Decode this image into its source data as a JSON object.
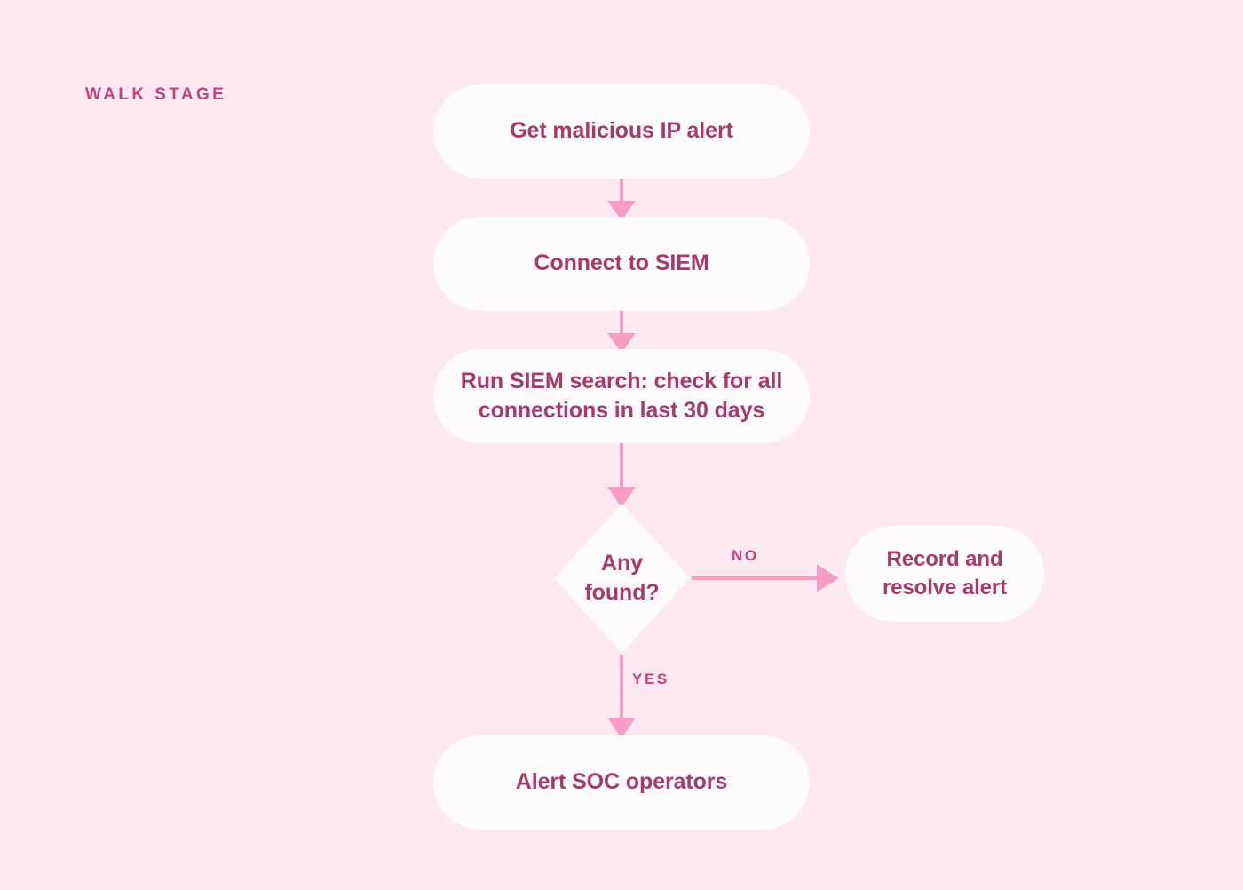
{
  "diagram": {
    "stage_label": "WALK STAGE",
    "background_color": "#fde9ef",
    "node_fill_color": "#fefbfc",
    "text_color": "#a63a6b",
    "accent_color": "#f79cc4",
    "label_color": "#c2417f",
    "type": "flowchart",
    "nodes": [
      {
        "id": "n1",
        "shape": "pill",
        "text": "Get malicious IP alert"
      },
      {
        "id": "n2",
        "shape": "pill",
        "text": "Connect to SIEM"
      },
      {
        "id": "n3",
        "shape": "pill",
        "text_line1": "Run SIEM search: check for all",
        "text_line2": "connections in last 30 days"
      },
      {
        "id": "n4",
        "shape": "diamond",
        "text_line1": "Any",
        "text_line2": "found?"
      },
      {
        "id": "n5",
        "shape": "pill",
        "text_line1": "Record and",
        "text_line2": "resolve alert"
      },
      {
        "id": "n6",
        "shape": "pill",
        "text": "Alert SOC operators"
      }
    ],
    "edges": [
      {
        "from": "n1",
        "to": "n2",
        "label": ""
      },
      {
        "from": "n2",
        "to": "n3",
        "label": ""
      },
      {
        "from": "n3",
        "to": "n4",
        "label": ""
      },
      {
        "from": "n4",
        "to": "n5",
        "label": "NO"
      },
      {
        "from": "n4",
        "to": "n6",
        "label": "YES"
      }
    ]
  }
}
